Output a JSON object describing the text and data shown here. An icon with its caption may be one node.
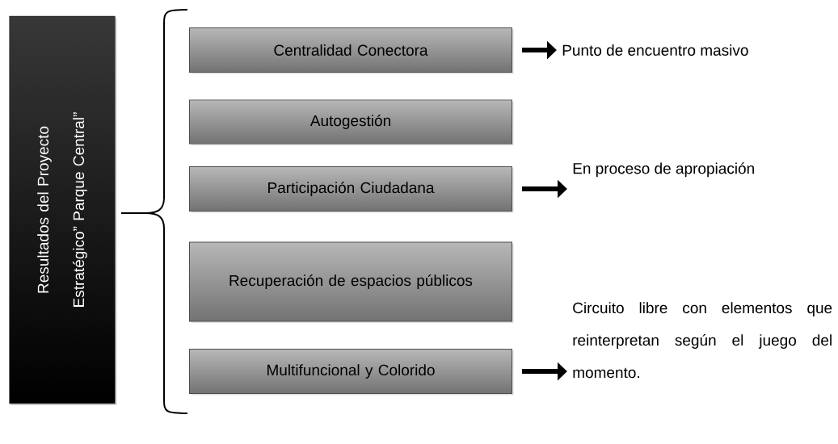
{
  "diagram": {
    "nodes": [
      {
        "text": [
          "Resultados del Proyecto Estratégico”   Parque Central”"
        ]
      },
      {
        "text": [
          "Centralidad Conectora"
        ]
      },
      {
        "text": [
          "Autogestión"
        ]
      },
      {
        "text": [
          "Participación Ciudadana"
        ]
      },
      {
        "text": [
          "Recuperación de espacios públicos"
        ]
      },
      {
        "text": [
          "Multifuncional y Colorido"
        ]
      },
      {
        "text": [
          "Punto de encuentro masivo"
        ]
      },
      {
        "text": [
          "En proceso de apropiación"
        ]
      },
      {
        "text": [
          "Circuito libre con elementos que reinterpretan según el juego del momento."
        ]
      }
    ],
    "edges": [
      {
        "from": 1,
        "to": 6,
        "arrow": "to"
      },
      {
        "from": 3,
        "to": 7,
        "arrow": "to"
      },
      {
        "from": 5,
        "to": 8,
        "arrow": "to"
      }
    ]
  }
}
